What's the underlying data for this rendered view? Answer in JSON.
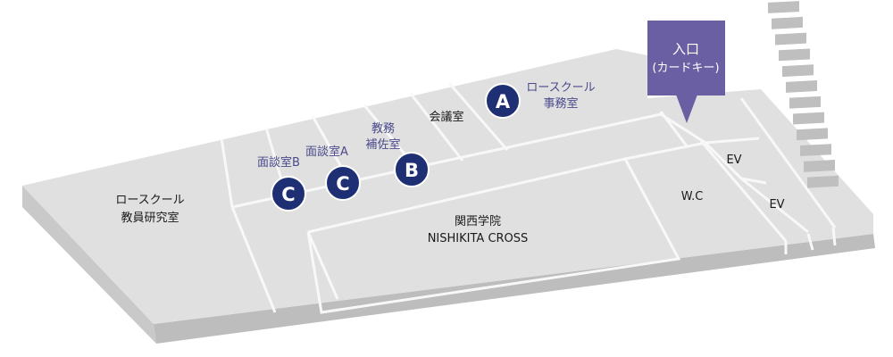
{
  "map": {
    "rooms": {
      "faculty_research": {
        "line1": "ロースクール",
        "line2": "教員研究室"
      },
      "meeting_b": "面談室B",
      "meeting_a": "面談室A",
      "academic_assist": {
        "line1": "教務",
        "line2": "補佐室"
      },
      "conference": "会議室",
      "law_office": {
        "line1": "ロースクール",
        "line2": "事務室"
      },
      "nishikita_cross": {
        "line1": "関西学院",
        "line2": "NISHIKITA CROSS"
      },
      "wc": "W.C",
      "ev1": "EV",
      "ev2": "EV"
    },
    "badges": {
      "a": "A",
      "b": "B",
      "c1": "C",
      "c2": "C"
    },
    "entrance": {
      "title": "入口",
      "subtitle": "(カードキー)"
    }
  },
  "colors": {
    "floor_top": "#e0e0e0",
    "floor_side": "#cbcbcb",
    "wall_line": "#f7f7f7",
    "badge_fill": "#1e2f74",
    "entrance_fill": "#6a5fa2",
    "purple_text": "#4b4a8c"
  }
}
